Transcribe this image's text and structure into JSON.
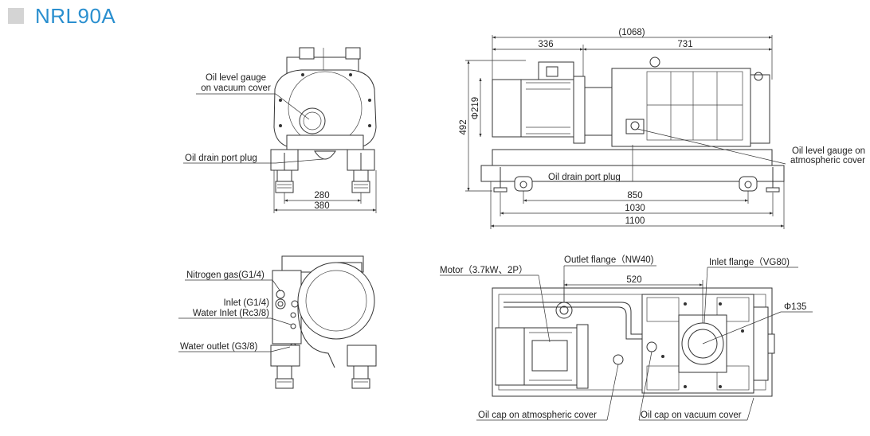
{
  "header": {
    "title": "NRL90A",
    "accent_color": "#2a8fcf",
    "square_color": "#d4d4d4"
  },
  "views": {
    "front": {
      "labels": {
        "oil_level_gauge_line1": "Oil level gauge",
        "oil_level_gauge_line2": "on vacuum cover",
        "oil_drain_plug": "Oil drain port plug"
      },
      "dims": {
        "inner_width": "280",
        "outer_width": "380"
      }
    },
    "side": {
      "labels": {
        "oil_drain_plug": "Oil drain port plug",
        "oil_gauge_atm_line1": "Oil level gauge on",
        "oil_gauge_atm_line2": "atmospheric cover"
      },
      "dims": {
        "overall_length": "(1068)",
        "motor_length": "336",
        "pump_length": "731",
        "height": "492",
        "shaft_dia": "Φ219",
        "wheel_span": "850",
        "frame_inner": "1030",
        "frame_outer": "1100"
      }
    },
    "rear": {
      "labels": {
        "nitrogen_gas": "Nitrogen gas(G1/4)",
        "inlet_line1": "Inlet (G1/4)",
        "inlet_line2": "Water Inlet (Rc3/8)",
        "water_outlet": "Water outlet (G3/8)"
      }
    },
    "top": {
      "labels": {
        "motor": "Motor（3.7kW、2P）",
        "outlet_flange": "Outlet flange（NW40)",
        "inlet_flange": "Inlet flange（VG80)",
        "oil_cap_atm": "Oil cap on atmospheric cover",
        "oil_cap_vac": "Oil cap on vacuum cover"
      },
      "dims": {
        "flange_spacing": "520",
        "inlet_dia": "Φ135"
      }
    }
  }
}
